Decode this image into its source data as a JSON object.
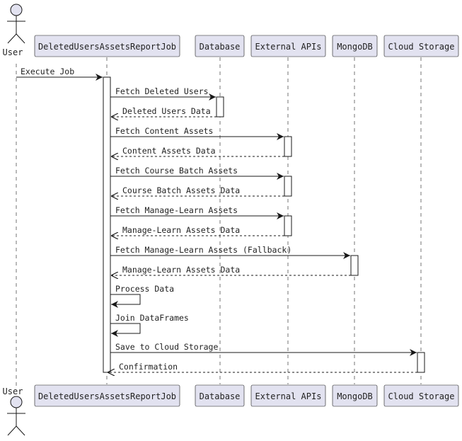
{
  "actor": {
    "label": "User"
  },
  "participants": [
    {
      "id": "job",
      "label": "DeletedUsersAssetsReportJob"
    },
    {
      "id": "db",
      "label": "Database"
    },
    {
      "id": "api",
      "label": "External APIs"
    },
    {
      "id": "mongo",
      "label": "MongoDB"
    },
    {
      "id": "cloud",
      "label": "Cloud Storage"
    }
  ],
  "messages": [
    {
      "from": "user",
      "to": "job",
      "label": "Execute Job",
      "kind": "sync"
    },
    {
      "from": "job",
      "to": "db",
      "label": "Fetch Deleted Users",
      "kind": "sync"
    },
    {
      "from": "db",
      "to": "job",
      "label": "Deleted Users Data",
      "kind": "reply"
    },
    {
      "from": "job",
      "to": "api",
      "label": "Fetch Content Assets",
      "kind": "sync"
    },
    {
      "from": "api",
      "to": "job",
      "label": "Content Assets Data",
      "kind": "reply"
    },
    {
      "from": "job",
      "to": "api",
      "label": "Fetch Course Batch Assets",
      "kind": "sync"
    },
    {
      "from": "api",
      "to": "job",
      "label": "Course Batch Assets Data",
      "kind": "reply"
    },
    {
      "from": "job",
      "to": "api",
      "label": "Fetch Manage-Learn Assets",
      "kind": "sync"
    },
    {
      "from": "api",
      "to": "job",
      "label": "Manage-Learn Assets Data",
      "kind": "reply"
    },
    {
      "from": "job",
      "to": "mongo",
      "label": "Fetch Manage-Learn Assets (Fallback)",
      "kind": "sync"
    },
    {
      "from": "mongo",
      "to": "job",
      "label": "Manage-Learn Assets Data",
      "kind": "reply"
    },
    {
      "from": "job",
      "to": "job",
      "label": "Process Data",
      "kind": "self"
    },
    {
      "from": "job",
      "to": "job",
      "label": "Join DataFrames",
      "kind": "self"
    },
    {
      "from": "job",
      "to": "cloud",
      "label": "Save to Cloud Storage",
      "kind": "sync"
    },
    {
      "from": "cloud",
      "to": "job",
      "label": "Confirmation",
      "kind": "reply"
    }
  ],
  "colors": {
    "participant_fill": "#E2E2F0",
    "participant_border": "#181818",
    "activation_fill": "#ffffff",
    "line": "#181818"
  }
}
